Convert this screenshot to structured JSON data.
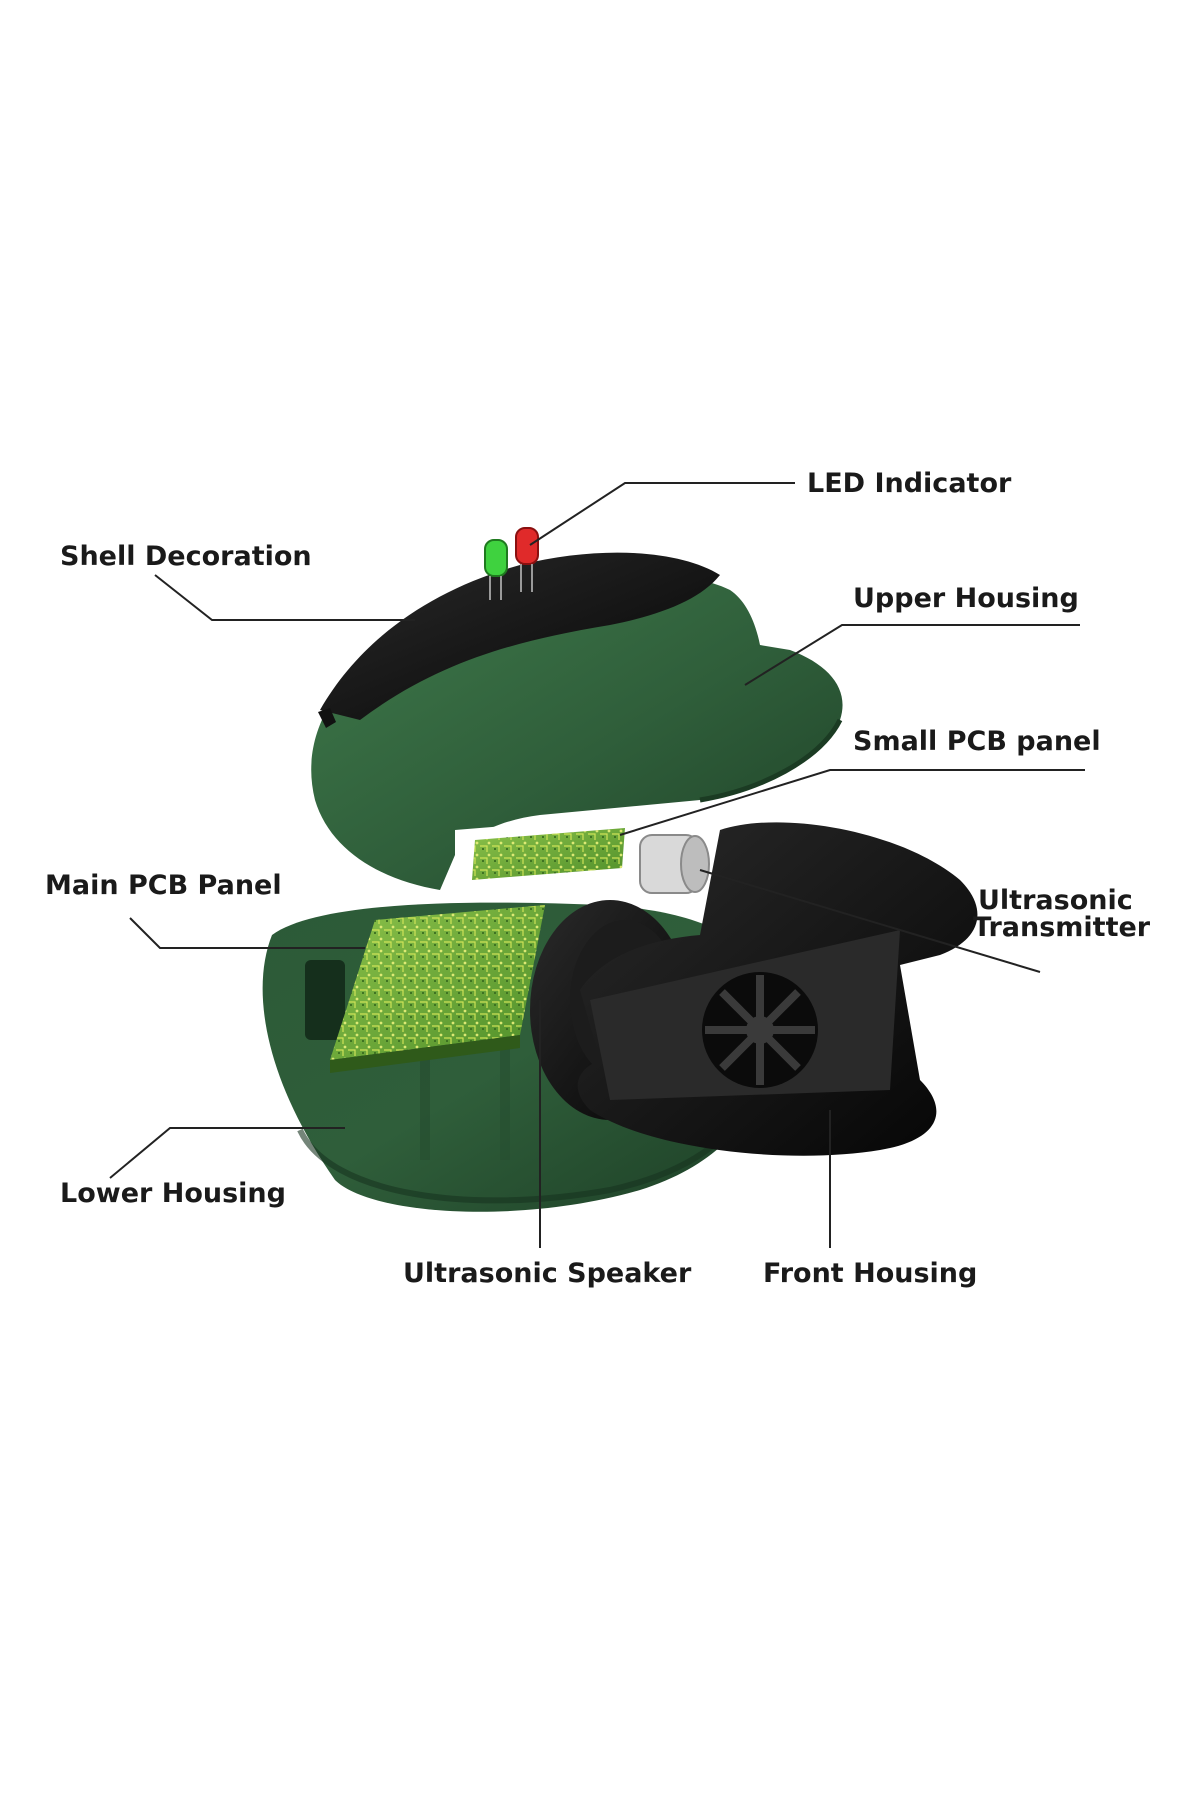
{
  "labels": {
    "led_indicator": "LED Indicator",
    "shell_decoration": "Shell Decoration",
    "upper_housing": "Upper Housing",
    "small_pcb_panel": "Small PCB panel",
    "main_pcb_panel": "Main PCB Panel",
    "ultrasonic_transmitter_line1": "Ultrasonic",
    "ultrasonic_transmitter_line2": "Transmitter",
    "lower_housing": "Lower Housing",
    "ultrasonic_speaker": "Ultrasonic Speaker",
    "front_housing": "Front Housing"
  },
  "colors": {
    "housing_green": "#2f5e3a",
    "housing_green_dark": "#1f4228",
    "housing_green_light": "#3f7a4b",
    "black_part": "#111111",
    "pcb_green": "#6fae3a",
    "led_green": "#3fd23f",
    "led_red": "#e02a2a",
    "leader_line": "#222222"
  }
}
